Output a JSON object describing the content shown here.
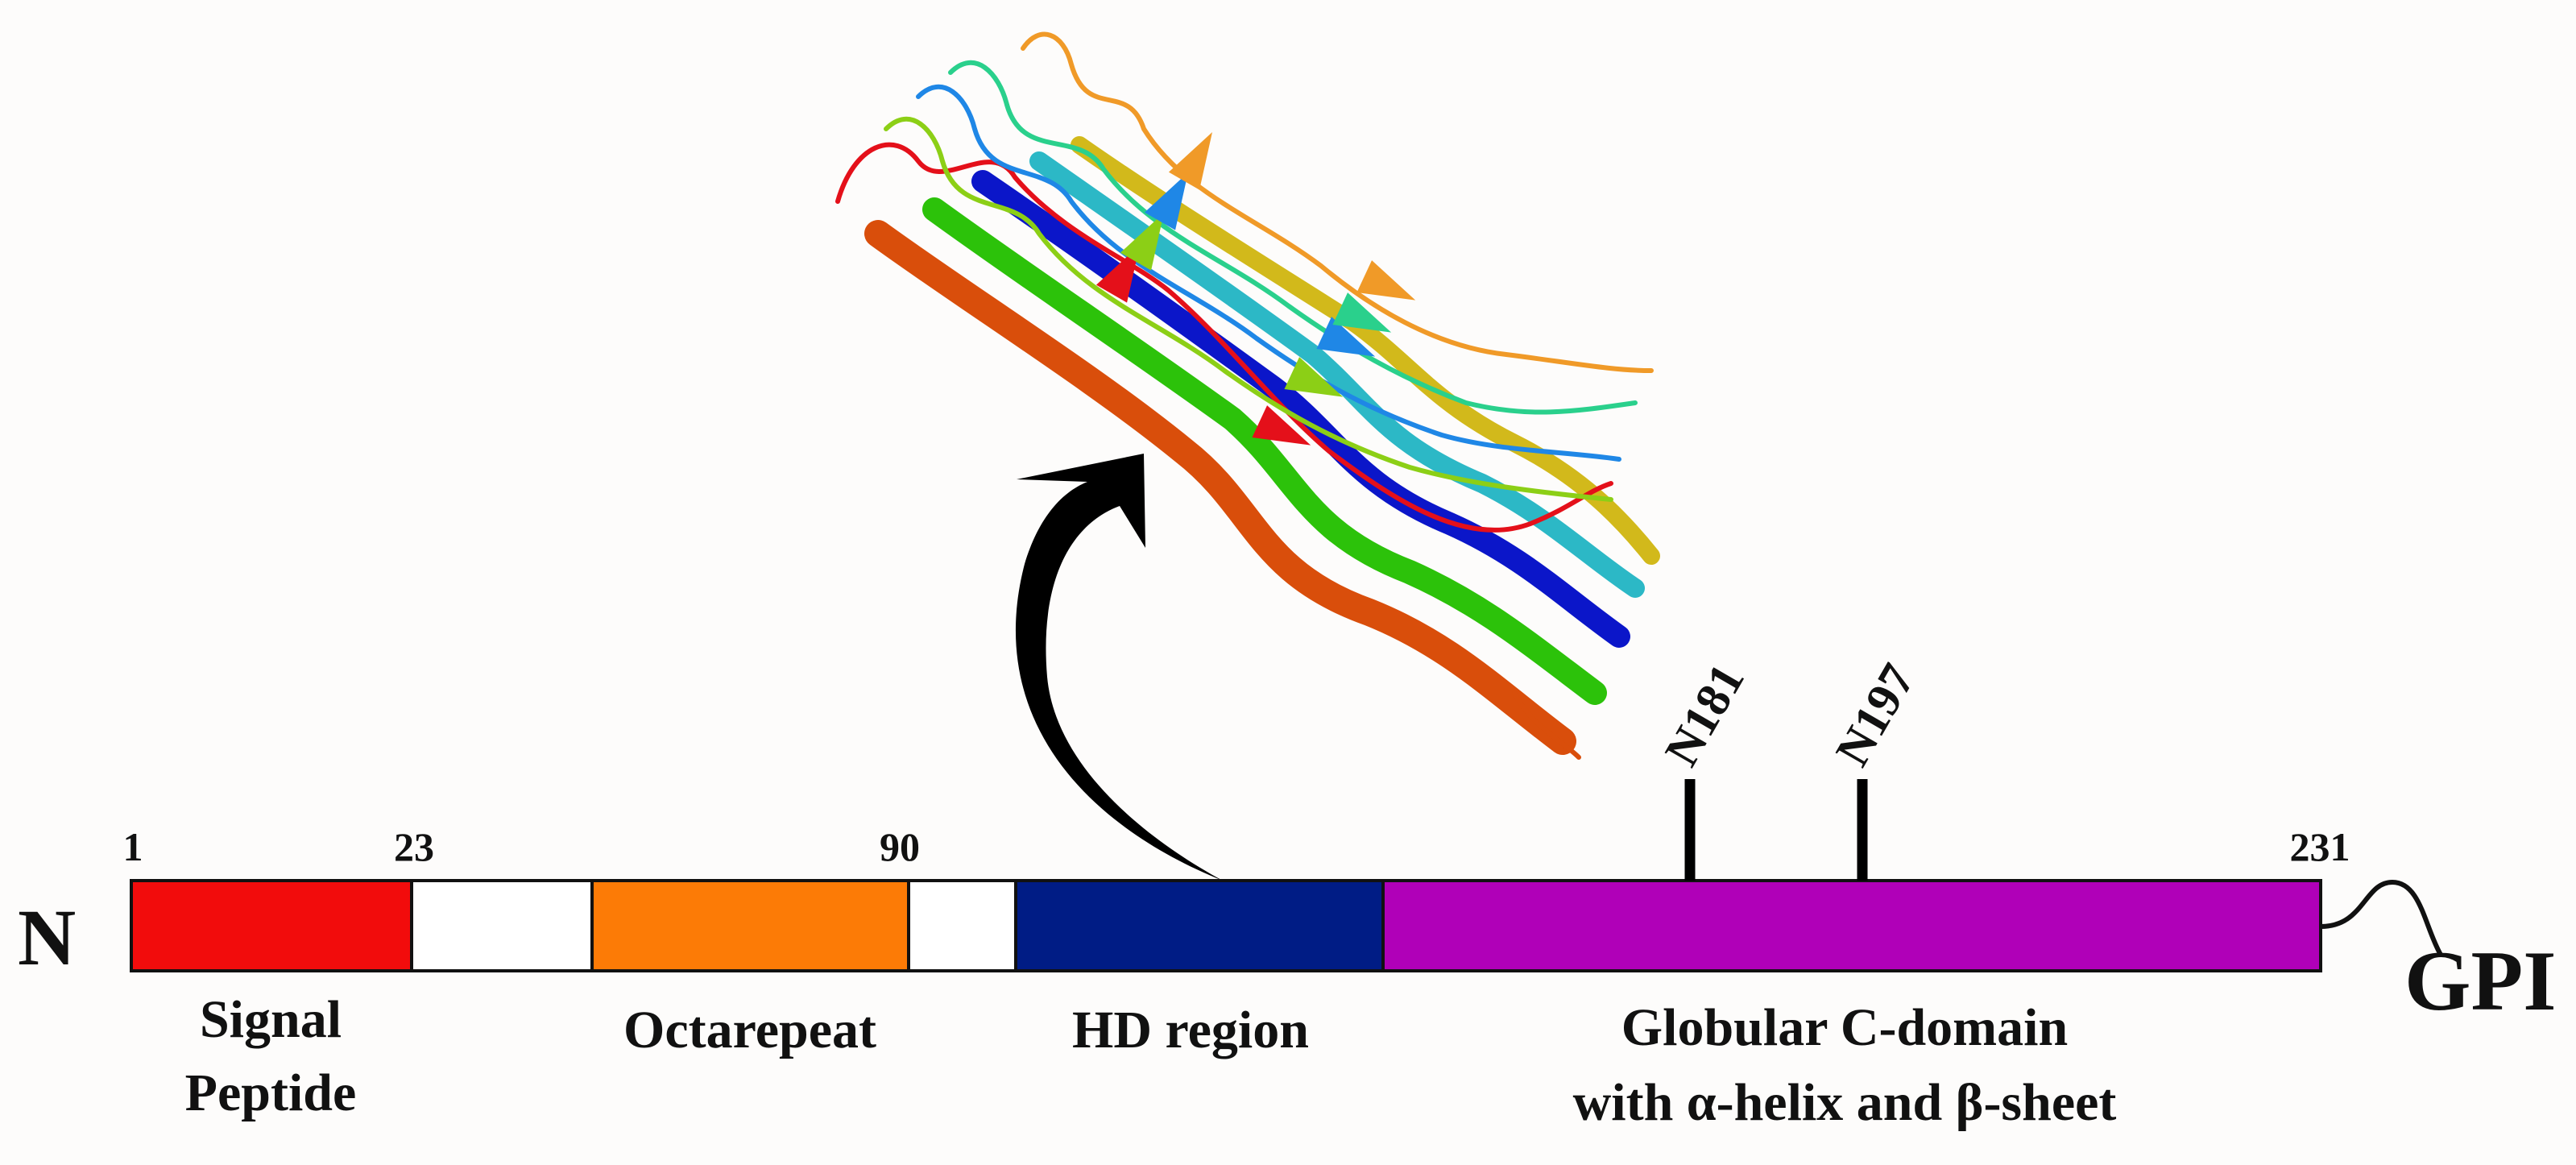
{
  "diagram": {
    "n_terminus": "N",
    "c_terminus": "GPI",
    "positions": {
      "p1": "1",
      "p23": "23",
      "p90": "90",
      "p231": "231"
    },
    "glycosylation_sites": {
      "site1": "N181",
      "site2": "N197"
    },
    "regions": {
      "signal_line1": "Signal",
      "signal_line2": "Peptide",
      "octarepeat": "Octarepeat",
      "hd_region": "HD region",
      "globular_line1": "Globular C-domain",
      "globular_line2": "with α-helix and β-sheet"
    },
    "colors": {
      "signal_peptide": "#f20c0c",
      "octarepeat": "#fc7b06",
      "hd_region": "#001c85",
      "globular_domain": "#b000b8",
      "linker": "#ffffff",
      "outline": "#111111",
      "background": "#fdfcfb"
    },
    "fibril_strand_colors": [
      "#d94e0b",
      "#2cc20a",
      "#0b16c9",
      "#2cb8c6",
      "#d2b91b",
      "#8ccf16",
      "#1f87e6",
      "#2ad08c",
      "#f09a28",
      "#e4101a"
    ]
  }
}
